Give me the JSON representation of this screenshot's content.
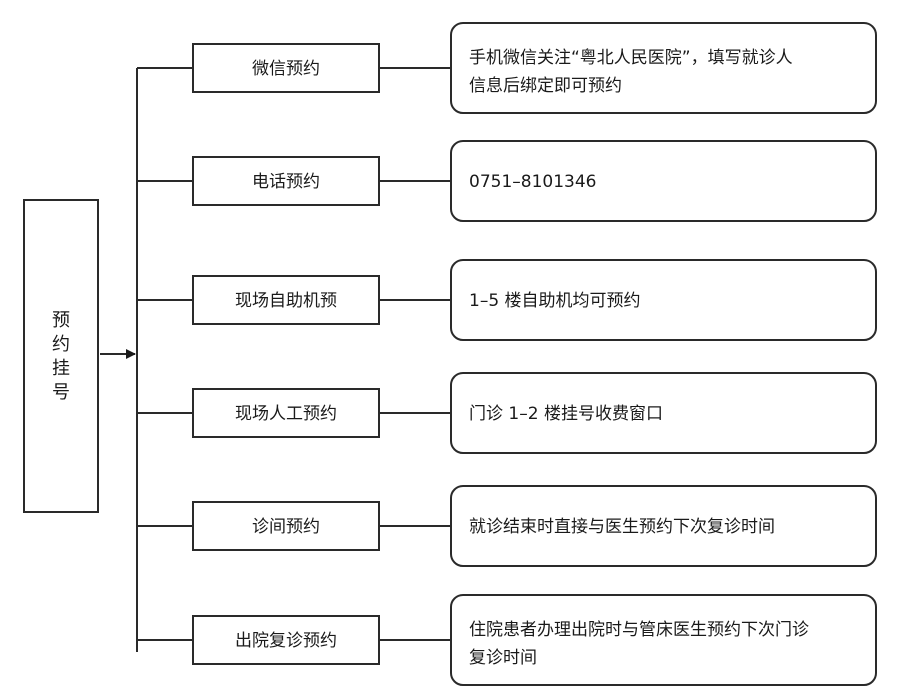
{
  "root": {
    "label": "预约挂号"
  },
  "methods": [
    {
      "label": "微信预约",
      "details": [
        "手机微信关注“粤北人民医院”，填写就诊人",
        "信息后绑定即可预约"
      ]
    },
    {
      "label": "电话预约",
      "details": [
        "0751–8101346"
      ]
    },
    {
      "label": "现场自助机预",
      "details": [
        "1–5 楼自助机均可预约"
      ]
    },
    {
      "label": "现场人工预约",
      "details": [
        "门诊 1–2 楼挂号收费窗口"
      ]
    },
    {
      "label": "诊间预约",
      "details": [
        "就诊结束时直接与医生预约下次复诊时间"
      ]
    },
    {
      "label": "出院复诊预约",
      "details": [
        "住院患者办理出院时与管床医生预约下次门诊",
        "复诊时间"
      ]
    }
  ]
}
